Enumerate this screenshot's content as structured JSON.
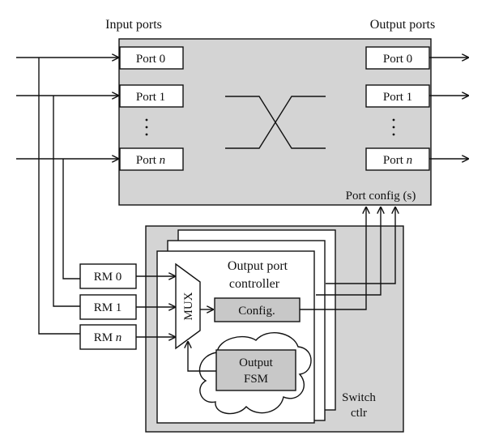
{
  "switch": {
    "input_ports_title": "Input ports",
    "output_ports_title": "Output ports",
    "input_ports": [
      {
        "prefix": "Port ",
        "index": "0"
      },
      {
        "prefix": "Port ",
        "index": "1"
      },
      {
        "prefix": "Port ",
        "index": "n"
      }
    ],
    "output_ports": [
      {
        "prefix": "Port ",
        "index": "0"
      },
      {
        "prefix": "Port ",
        "index": "1"
      },
      {
        "prefix": "Port ",
        "index": "n"
      }
    ],
    "port_config_label": "Port config (s)"
  },
  "routing_modules": [
    {
      "prefix": "RM ",
      "index": "0"
    },
    {
      "prefix": "RM ",
      "index": "1"
    },
    {
      "prefix": "RM ",
      "index": "n"
    }
  ],
  "controller": {
    "title_line1": "Output port",
    "title_line2": "controller",
    "mux_label": "MUX",
    "config_label": "Config.",
    "fsm_line1": "Output",
    "fsm_line2": "FSM",
    "switch_ctlr_line1": "Switch",
    "switch_ctlr_line2": "ctlr"
  }
}
